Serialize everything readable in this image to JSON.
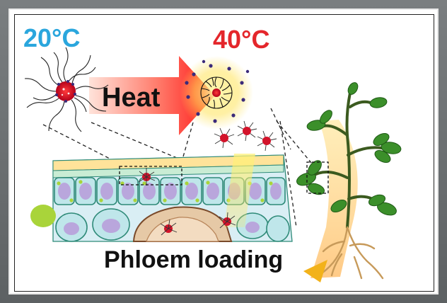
{
  "labels": {
    "temp_low": "20°C",
    "temp_high": "40°C",
    "heat": "Heat",
    "phloem_loading": "Phloem loading"
  },
  "colors": {
    "temp_low": "#2aa6dd",
    "temp_high": "#e4262b",
    "arrow_start": "#ffd9cf",
    "arrow_end": "#ff1a1a",
    "tissue_outline": "#2e8a78",
    "cell_fill": "#bfe6ea",
    "vacuole": "#b9a6dc",
    "chloroplast": "#a9d43a",
    "leaf": "#3b8f2a",
    "root": "#d8b278",
    "glow": "#ffd24a"
  },
  "icons": {
    "micelle": "micelle-icon",
    "plant": "tomato-plant-icon"
  }
}
